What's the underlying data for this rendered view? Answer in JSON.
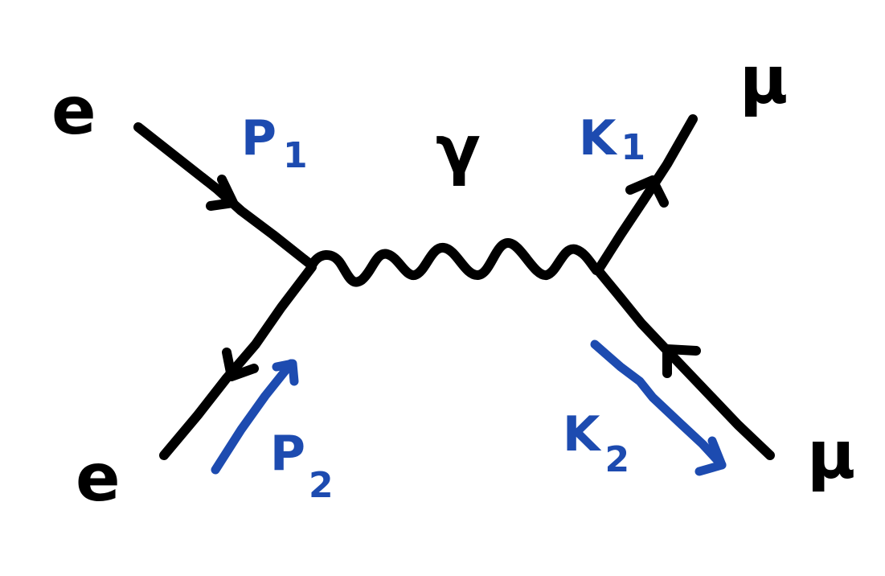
{
  "diagram": {
    "colors": {
      "ink": "#000000",
      "momentum": "#1d4bb0",
      "background": "#ffffff"
    },
    "particles": {
      "incoming_top": "e",
      "incoming_bottom": "e",
      "photon": "γ",
      "outgoing_top": "μ",
      "outgoing_bottom": "μ"
    },
    "momenta": {
      "p1": {
        "base": "P",
        "sub": "1"
      },
      "p2": {
        "base": "P",
        "sub": "2"
      },
      "k1": {
        "base": "K",
        "sub": "1"
      },
      "k2": {
        "base": "K",
        "sub": "2"
      }
    }
  }
}
